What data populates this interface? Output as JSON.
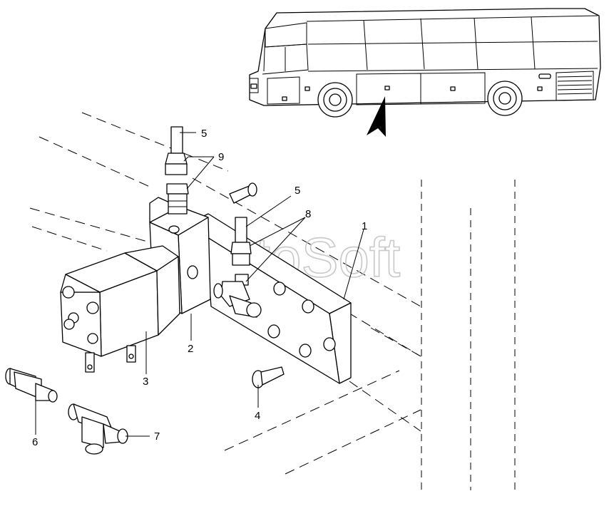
{
  "watermark": "AutoSoft",
  "callouts": [
    "1",
    "2",
    "3",
    "4",
    "5",
    "5",
    "6",
    "7",
    "8",
    "9"
  ],
  "vehicle": "coach-bus"
}
